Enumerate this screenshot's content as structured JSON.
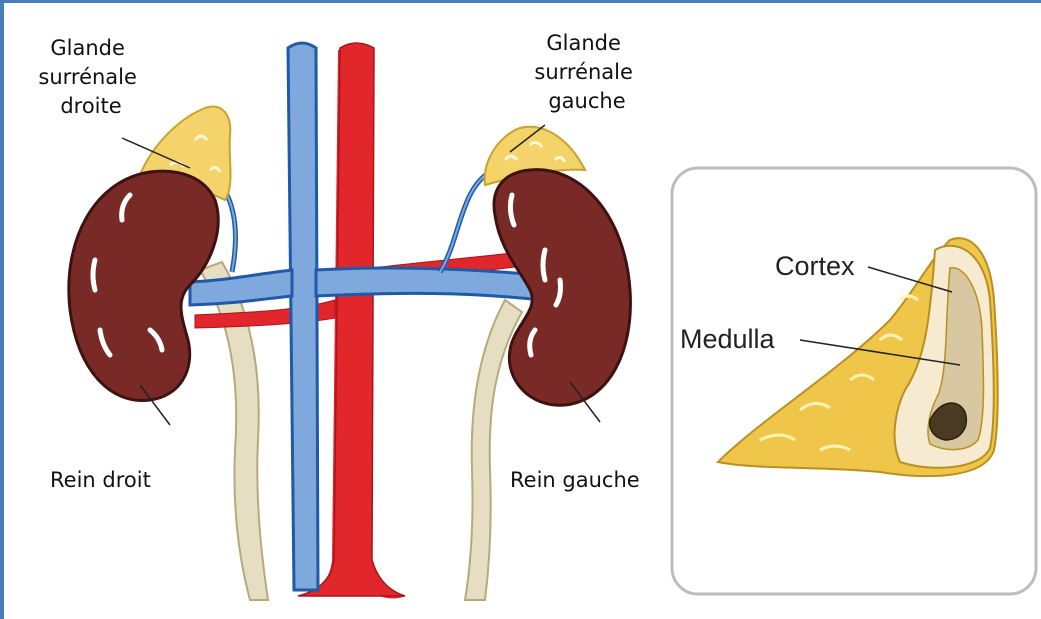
{
  "labels": {
    "right_adrenal": [
      "Glande",
      "surrénale",
      "droite"
    ],
    "left_adrenal": [
      "Glande",
      "surrénale",
      "gauche"
    ],
    "right_kidney": "Rein droit",
    "left_kidney": "Rein gauche",
    "cortex": "Cortex",
    "medulla": "Medulla"
  },
  "colors": {
    "frame": "#4a7db8",
    "vein": "#7fa8dc",
    "artery": "#e1262c",
    "kidney": "#7a2a26",
    "adrenal": "#f4d36a",
    "ureter": "#e4dcc0"
  }
}
